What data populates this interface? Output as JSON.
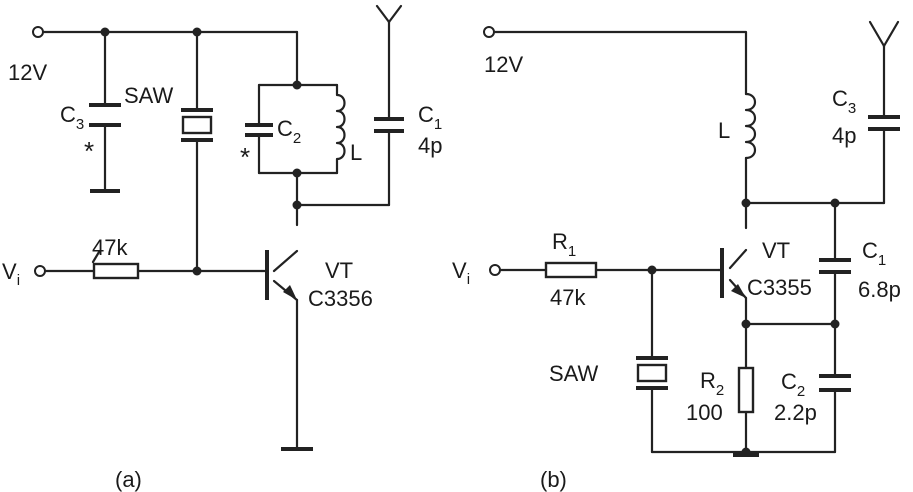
{
  "circuit_a": {
    "supply_label": "12V",
    "c3": {
      "ref": "C",
      "sub": "3",
      "mark": "*"
    },
    "saw": "SAW",
    "c2": {
      "ref": "C",
      "sub": "2",
      "mark": "*"
    },
    "l": "L",
    "c1": {
      "ref": "C",
      "sub": "1",
      "value": "4p"
    },
    "vi": {
      "ref": "V",
      "sub": "i"
    },
    "r": "47k",
    "vt": {
      "ref": "VT",
      "part": "C3356"
    },
    "caption": "(a)"
  },
  "circuit_b": {
    "supply_label": "12V",
    "l": "L",
    "c3": {
      "ref": "C",
      "sub": "3",
      "value": "4p"
    },
    "r1": {
      "ref": "R",
      "sub": "1",
      "value": "47k"
    },
    "vi": {
      "ref": "V",
      "sub": "i"
    },
    "vt": {
      "ref": "VT",
      "part": "C3355"
    },
    "c1": {
      "ref": "C",
      "sub": "1",
      "value": "6.8p"
    },
    "saw": "SAW",
    "r2": {
      "ref": "R",
      "sub": "2",
      "value": "100"
    },
    "c2": {
      "ref": "C",
      "sub": "2",
      "value": "2.2p"
    },
    "caption": "(b)"
  }
}
